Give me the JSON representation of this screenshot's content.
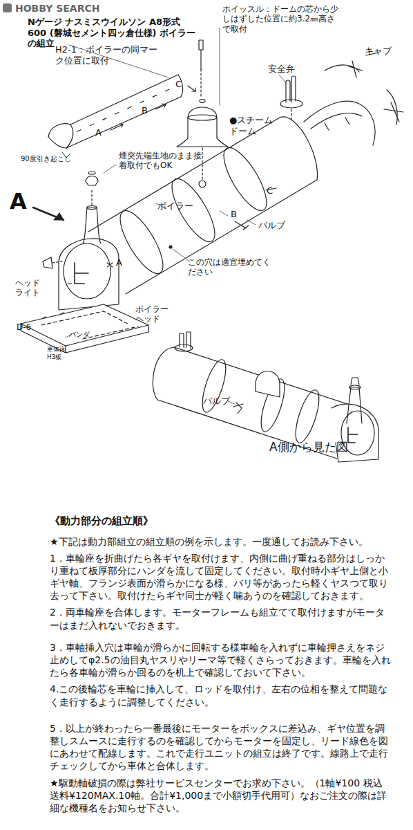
{
  "diagram": {
    "title": "Nゲージ ナスミスウイルソン A8形式 600 (磐城セメント四ッ倉仕様) ボイラーの組立",
    "labels": [
      "HOBBY SEARCH",
      "ホイッスル：ドームの芯から少しはずした位置に約3.2㎜高さで取付",
      "H2-1：ボイラーの同マーク位置に取付",
      "A",
      "B",
      "C",
      "90度引き起こし",
      "煙突先端生地のまま接着取付でもOK",
      "●スチーム ドーム",
      "安全弁",
      "キャブ",
      "A",
      "ボイラー",
      "B",
      "C",
      "A",
      "バルブ",
      "この穴は適宜埋めてください",
      "ヘッドライト",
      "D-6",
      "ハンダ",
      "車体床 H3板",
      "ボイラー ヘッド",
      "バルブ",
      "A側から見た図",
      "《動力部分の組立順》",
      "★下記は動力部組立の組立順の例を示します。一度通してお読み下さい。",
      "1．車輪座を折曲げたら各ギヤを取付けます、内側に曲げ重ねる部分はしっかり重ねて板厚部分にハンダを流して固定してください。取付時小ギヤ上側と小ギヤ軸、フランジ表面が滑らかになる様、バリ等があったら軽くヤスつて取り去って下さい。取付けたらギヤ同士が軽く噛あうのを確認しておきます。",
      "2．両車輪座を合体します。モーターフレームも組立てて取付けますがモーターはまだ入れないでおきます。",
      "3．車軸挿入穴は車輪が滑らかに回転する様車輪を入れずに車輪押さえをネジ止めしてφ2.5の油目丸ヤスリやリーマ等で軽くさらっておきます。車輪を入れたら各車輪が滑らか回るのを机上で確認しておいて下さい。",
      "4.この後輪芯を車輪に挿入して、ロッドを取付け、左右の位相を整えて問題なく走行するように調整してください。",
      "5．以上が終わったら一番最後にモーターをボックスに差込み、ギヤ位置を調整しスムースに走行するのを確認してからモーターを固定し、リード線色を図にあわせて配線します。これで走行ユニットの組立は終了です。線路上で走行チェックしてから車体と合体します。",
      "★駆動軸破損の際は弊社サービスセンターでお求め下さい。（1軸¥100 税込送料¥120MAX.10軸。合計¥1,000まで小額切手代用可）なおご注文の際は詳細な機種名をお知らせ下さい。"
    ]
  }
}
